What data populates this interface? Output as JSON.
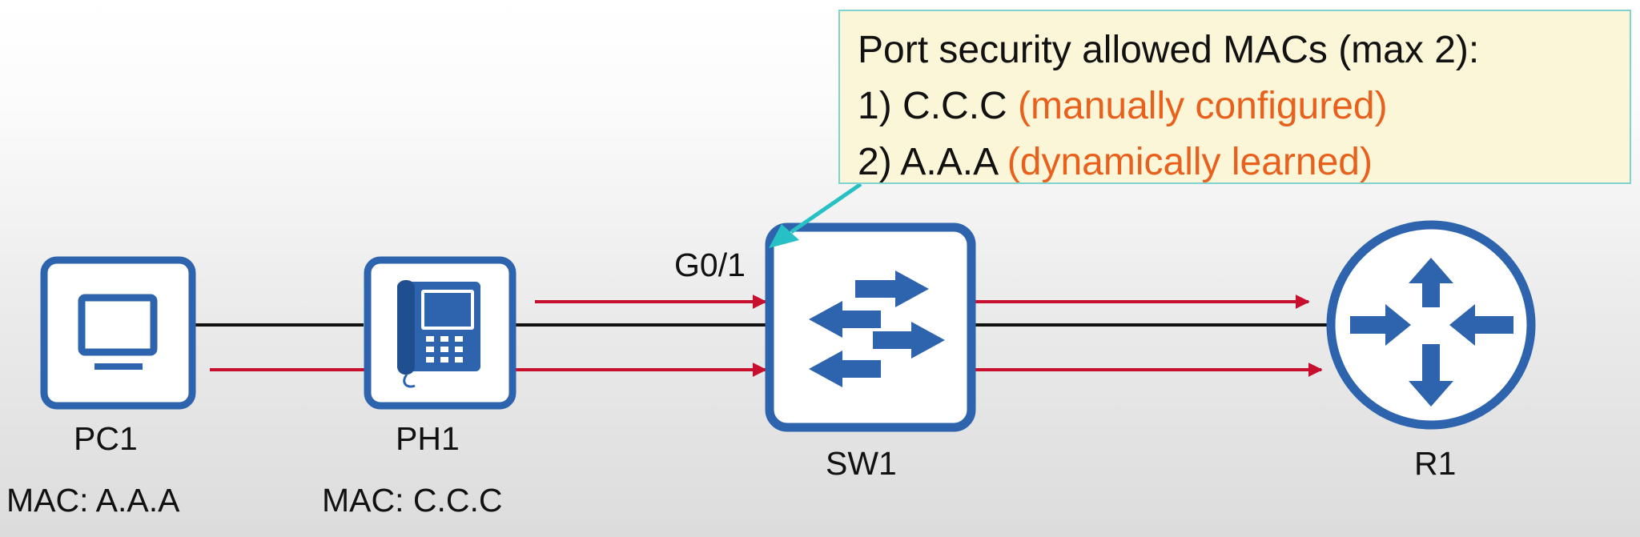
{
  "callout": {
    "title": "Port security allowed MACs (max 2):",
    "entries": [
      {
        "num": "1)",
        "mac": "C.C.C",
        "note": "(manually configured)"
      },
      {
        "num": "2)",
        "mac": "A.A.A",
        "note": "(dynamically learned)"
      }
    ]
  },
  "devices": {
    "pc1": {
      "name": "PC1",
      "mac": "MAC: A.A.A"
    },
    "ph1": {
      "name": "PH1",
      "mac": "MAC: C.C.C"
    },
    "sw1": {
      "name": "SW1",
      "port": "G0/1"
    },
    "r1": {
      "name": "R1"
    }
  },
  "colors": {
    "device_blue": "#2e64ad",
    "link_black": "#111111",
    "flow_red": "#c8102e",
    "pointer_teal": "#27c0c4",
    "note_orange": "#e8601c"
  }
}
